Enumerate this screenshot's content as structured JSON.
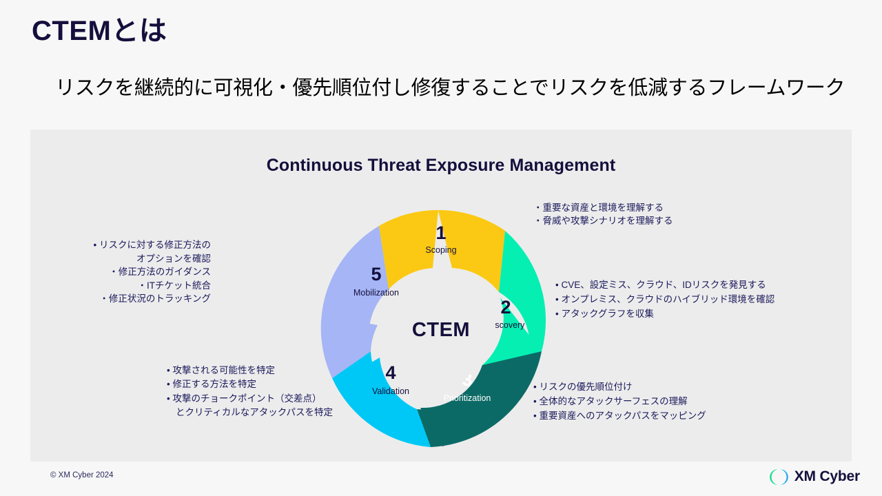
{
  "slide": {
    "title": "CTEMとは",
    "subtitle": "リスクを継続的に可視化・優先順位付し修復することでリスクを低減するフレームワーク"
  },
  "panel": {
    "title": "Continuous Threat Exposure Management"
  },
  "footer": {
    "copyright": "© XM Cyber 2024",
    "logo_text": "XM Cyber",
    "logo_icon": "xm-cyber-mark"
  },
  "chart_data": {
    "type": "pie",
    "title": "Continuous Threat Exposure Management",
    "center_label": "CTEM",
    "legend": "none",
    "categories": [
      "Scoping",
      "Discovery",
      "Prioritization",
      "Validation",
      "Mobilization"
    ],
    "values": [
      20,
      20,
      20,
      20,
      20
    ],
    "colors": [
      "#fbc913",
      "#05efb3",
      "#0c6a66",
      "#00c8f6",
      "#a5b5f5"
    ],
    "segments": [
      {
        "number": "1",
        "label": "Scoping",
        "color": "#fbc913",
        "text_color": "#140f3c",
        "bullets": [
          "・重要な資産と環境を理解する",
          "・脅威や攻撃シナリオを理解する"
        ]
      },
      {
        "number": "2",
        "label": "Discovery",
        "color": "#05efb3",
        "text_color": "#140f3c",
        "bullets": [
          "•  CVE、設定ミス、クラウド、IDリスクを発見する",
          "•  オンプレミス、クラウドのハイブリッド環境を確認",
          "•  アタックグラフを収集"
        ]
      },
      {
        "number": "3",
        "label": "Prioritization",
        "color": "#0c6a66",
        "text_color": "#ffffff",
        "bullets": [
          "•  リスクの優先順位付け",
          "•  全体的なアタックサーフェスの理解",
          "•  重要資産へのアタックパスをマッピング"
        ]
      },
      {
        "number": "4",
        "label": "Validation",
        "color": "#00c8f6",
        "text_color": "#140f3c",
        "bullets": [
          "•  攻撃される可能性を特定",
          "•  修正する方法を特定",
          "•  攻撃のチョークポイント（交差点）"
        ],
        "continuation": "とクリティカルなアタックパスを特定"
      },
      {
        "number": "5",
        "label": "Mobilization",
        "color": "#a5b5f5",
        "text_color": "#140f3c",
        "bullets": [
          "•  リスクに対する修正方法の"
        ],
        "continuation": "オプションを確認",
        "bullets_after": [
          "・修正方法のガイダンス",
          "・ITチケット統合",
          "・修正状況のトラッキング"
        ]
      }
    ]
  }
}
